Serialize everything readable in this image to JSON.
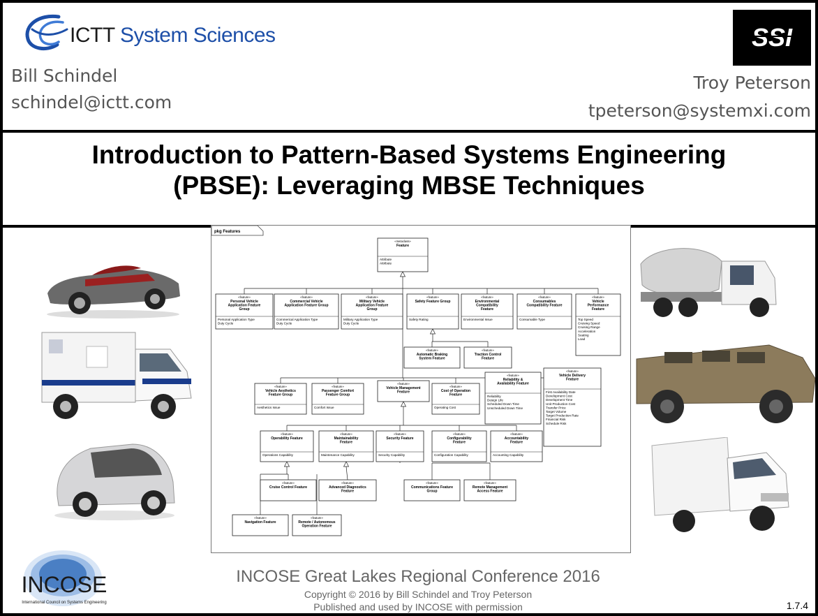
{
  "header": {
    "org_left": {
      "name_part1": "ICTT",
      "name_part2": " System Sciences"
    },
    "author_left": {
      "name": "Bill Schindel",
      "email": "schindel@ictt.com"
    },
    "author_right": {
      "name": "Troy Peterson",
      "email": "tpeterson@systemxi.com"
    },
    "org_right_logo_text": "SSI"
  },
  "title": {
    "line1": "Introduction to Pattern-Based Systems Engineering",
    "line2": "(PBSE): Leveraging MBSE Techniques"
  },
  "images_left": [
    "convertible-car",
    "ambulance",
    "smart-car"
  ],
  "images_right": [
    "cement-mixer-truck",
    "armored-military-vehicle",
    "box-truck"
  ],
  "diagram": {
    "frame_label": "pkg Features",
    "stereotype_feature": "«feature»",
    "root": {
      "stereotype": "«metaclass»",
      "name": "Feature",
      "attrs": [
        "Attribute",
        "Attribute"
      ]
    },
    "nodes": [
      {
        "id": "personal",
        "name": "Personal Vehicle Application Feature Group",
        "attrs": [
          "Personal Application Type",
          "Duty Cycle"
        ]
      },
      {
        "id": "commercial",
        "name": "Commercial Vehicle Application Feature Group",
        "attrs": [
          "Commerical Application Type",
          "Duty Cycle"
        ]
      },
      {
        "id": "military",
        "name": "Military Vehicle Application Feature Group",
        "attrs": [
          "Military Application Type",
          "Duty Cycle"
        ]
      },
      {
        "id": "safety",
        "name": "Safety Feature Group",
        "attrs": [
          "Safety Rating"
        ]
      },
      {
        "id": "environmental",
        "name": "Environmental Compatibility Feature",
        "attrs": [
          "Environmental Issue"
        ]
      },
      {
        "id": "consumables",
        "name": "Consumables Compatibility Feature",
        "attrs": [
          "Consumable Type"
        ]
      },
      {
        "id": "performance",
        "name": "Vehicle Performance Feature",
        "attrs": [
          "Top Speed",
          "Cruising Speed",
          "Cruising Range",
          "Acceleration",
          "Seating",
          "Load"
        ]
      },
      {
        "id": "braking",
        "name": "Automatic Braking System Feature",
        "attrs": []
      },
      {
        "id": "traction",
        "name": "Traction Control Feature",
        "attrs": []
      },
      {
        "id": "aesthetics",
        "name": "Vehicle Aesthetics Feature Group",
        "attrs": [
          "Aesthetics Issue"
        ]
      },
      {
        "id": "comfort",
        "name": "Passenger Comfort Feature Group",
        "attrs": [
          "Comfort Issue"
        ]
      },
      {
        "id": "management",
        "name": "Vehicle Management Feature",
        "attrs": []
      },
      {
        "id": "costop",
        "name": "Cost of Operation Feature",
        "attrs": [
          "Operating Cost"
        ]
      },
      {
        "id": "reliability",
        "name": "Reliability & Availability Feature",
        "attrs": [
          "Reliability",
          "Design Life",
          "Scheduled Down Time",
          "Unscheduled Down Time"
        ]
      },
      {
        "id": "delivery",
        "name": "Vehicle Delivery Feature",
        "attrs": [
          "First Availability Date",
          "Development Cost",
          "Development Time",
          "Unit Production Cost",
          "Transfer Price",
          "Target Volume",
          "Target Production Rate",
          "Financial Risk",
          "Schedule Risk"
        ]
      },
      {
        "id": "operability",
        "name": "Operability Feature",
        "attrs": [
          "Operations Capability"
        ]
      },
      {
        "id": "maintainability",
        "name": "Maintainability Feature",
        "attrs": [
          "Maintenance Capability"
        ]
      },
      {
        "id": "security",
        "name": "Security Feature",
        "attrs": [
          "Security Capability"
        ]
      },
      {
        "id": "configurability",
        "name": "Configurability Feature",
        "attrs": [
          "Configuration Capability"
        ]
      },
      {
        "id": "accountability",
        "name": "Accountability Feature",
        "attrs": [
          "Accounting Capability"
        ]
      },
      {
        "id": "cruise",
        "name": "Cruise Control Feature",
        "attrs": []
      },
      {
        "id": "diagnostics",
        "name": "Advanced Diagnostics Feature",
        "attrs": []
      },
      {
        "id": "comms",
        "name": "Communications Feature Group",
        "attrs": []
      },
      {
        "id": "remotemgmt",
        "name": "Remote Management Access Feature",
        "attrs": []
      },
      {
        "id": "navigation",
        "name": "Navigation Feature",
        "attrs": []
      },
      {
        "id": "autonomous",
        "name": "Remote / Autonomous Operation Feature",
        "attrs": []
      }
    ]
  },
  "footer": {
    "conference": "INCOSE Great Lakes Regional Conference 2016",
    "copyright": "Copyright © 2016 by Bill Schindel and Troy Peterson",
    "published": "Published and used by INCOSE with permission",
    "slide_number": "1.7.4",
    "incose_logo_text": "INCOSE",
    "incose_tagline": "International Council on Systems Engineering"
  },
  "colors": {
    "ictt_blue": "#1d4fa8",
    "incose_blue": "#4a7fc4",
    "text_gray": "#555555"
  }
}
